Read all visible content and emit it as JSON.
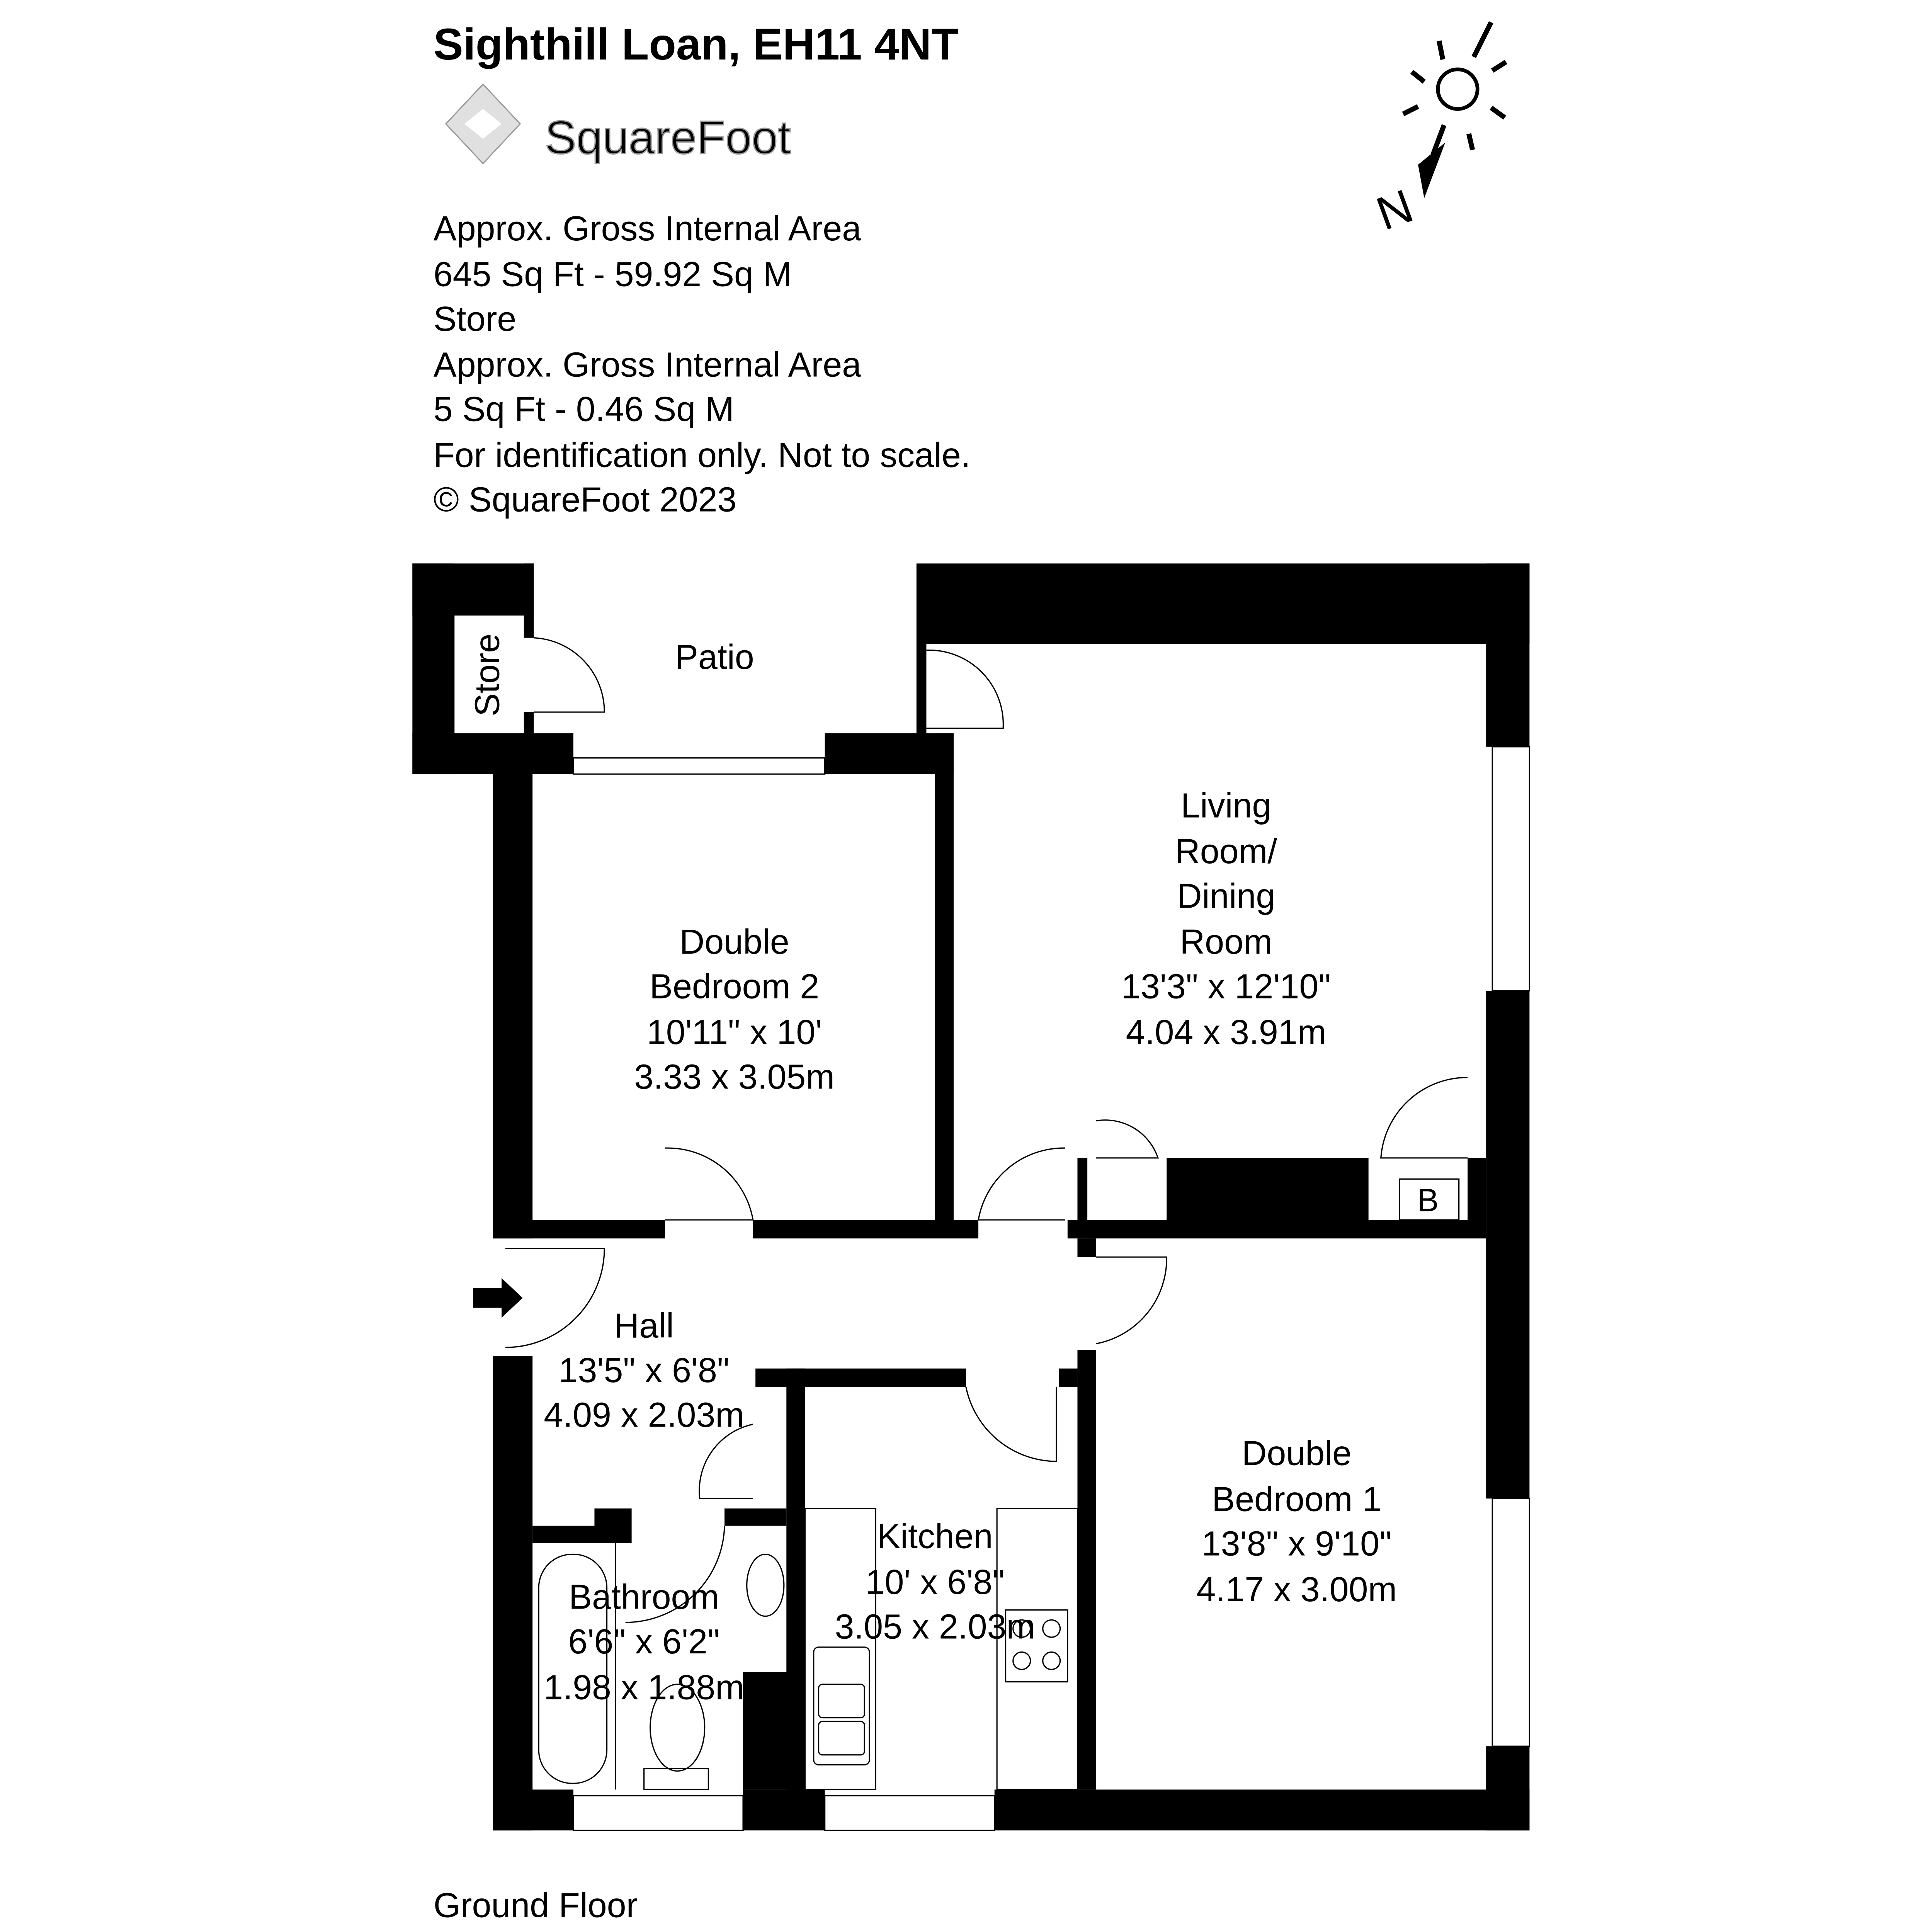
{
  "header": {
    "title": "Sighthill Loan, EH11 4NT",
    "logo_text": "SquareFoot",
    "info_lines": [
      "Approx. Gross Internal Area",
      "645 Sq Ft  -  59.92 Sq M",
      "Store",
      "Approx. Gross Internal Area",
      "5 Sq Ft  -  0.46 Sq M",
      "For identification only. Not to scale.",
      "© SquareFoot 2023"
    ]
  },
  "compass": {
    "icon": "north-arrow-sun-icon",
    "label": "N"
  },
  "rooms": {
    "store": {
      "name": "Store"
    },
    "patio": {
      "name": "Patio"
    },
    "bedroom2": {
      "name1": "Double",
      "name2": "Bedroom 2",
      "imperial": "10'11\" x 10'",
      "metric": "3.33 x 3.05m"
    },
    "living": {
      "name1": "Living",
      "name2": "Room/",
      "name3": "Dining",
      "name4": "Room",
      "imperial": "13'3\" x 12'10\"",
      "metric": "4.04 x 3.91m"
    },
    "boiler": {
      "name": "B"
    },
    "hall": {
      "name": "Hall",
      "imperial": "13'5\" x 6'8\"",
      "metric": "4.09 x 2.03m"
    },
    "bathroom": {
      "name": "Bathroom",
      "imperial": "6'6\" x 6'2\"",
      "metric": "1.98 x 1.88m"
    },
    "kitchen": {
      "name": "Kitchen",
      "imperial": "10' x 6'8\"",
      "metric": "3.05 x 2.03m"
    },
    "bedroom1": {
      "name1": "Double",
      "name2": "Bedroom 1",
      "imperial": "13'8\" x 9'10\"",
      "metric": "4.17 x 3.00m"
    }
  },
  "footer": {
    "floor_label": "Ground Floor"
  }
}
